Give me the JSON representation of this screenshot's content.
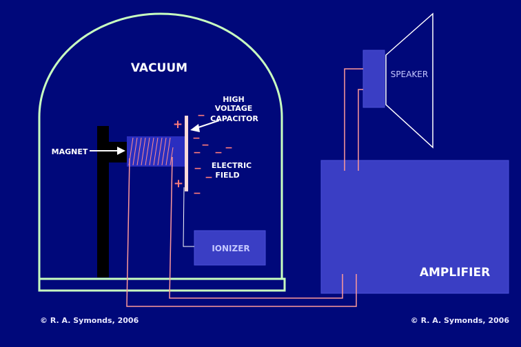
{
  "labels": {
    "vacuum": "VACUUM",
    "high": "HIGH",
    "voltage": "VOLTAGE",
    "capacitor": "CAPACITOR",
    "magnet": "MAGNET",
    "electric": "ELECTRIC",
    "field": "FIELD",
    "speaker": "SPEAKER",
    "ionizer": "IONIZER",
    "amplifier": "AMPLIFIER"
  },
  "charges": {
    "plus": "+",
    "minus": "−"
  },
  "copyright": {
    "left": "© R. A. Symonds, 2006",
    "right": "© R. A. Symonds, 2006"
  },
  "colors": {
    "background": "#00087a",
    "bell_jar": "#c8ffc0",
    "box_fill": "#3a3ec4",
    "wire": "#ff9a9a",
    "wire_light": "#ffd9d9",
    "stand": "#000000"
  }
}
